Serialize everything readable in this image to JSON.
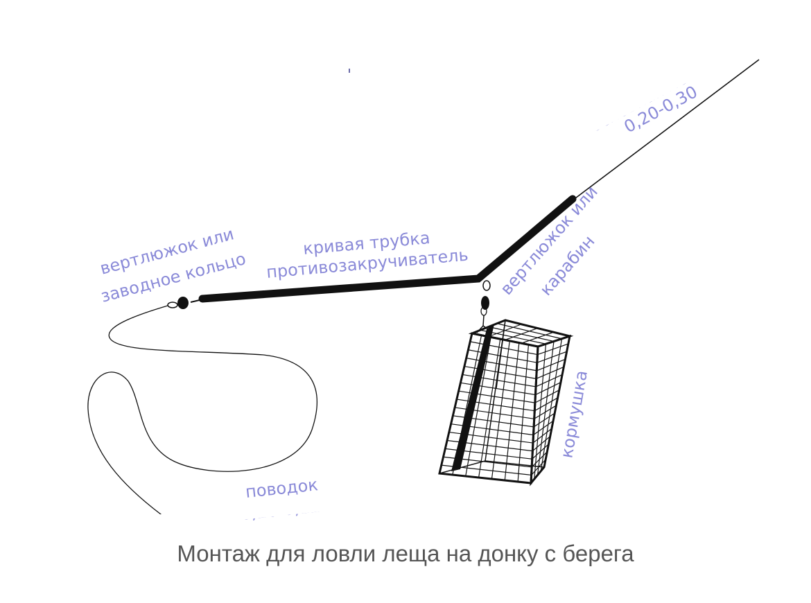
{
  "labels": {
    "main_line_title": "основная ле",
    "main_line_size": "0,20-0,30",
    "swivel_ring_1": "вертлюжок или",
    "swivel_ring_2": "заводное кольцо",
    "tube_1": "кривая трубка",
    "tube_2": "противозакручиватель",
    "swivel_snap_1": "вертлюжок или",
    "swivel_snap_2": "карабин",
    "feeder": "кормушка",
    "leader_title": "поводок",
    "leader_size": "0,20-0,12"
  },
  "caption": "Монтаж для ловли леща на донку с берега",
  "colors": {
    "label": "#8a8ad8",
    "line": "#111111",
    "caption": "#555555"
  }
}
